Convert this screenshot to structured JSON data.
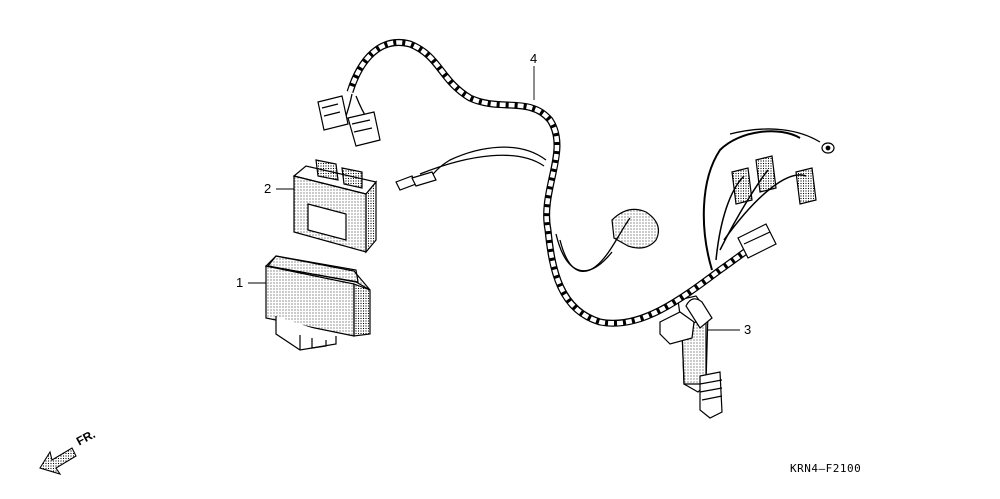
{
  "callouts": {
    "part1": "1",
    "part2": "2",
    "part3": "3",
    "part4": "4"
  },
  "direction_label": "FR.",
  "figure_code": "KRN4—F2100"
}
